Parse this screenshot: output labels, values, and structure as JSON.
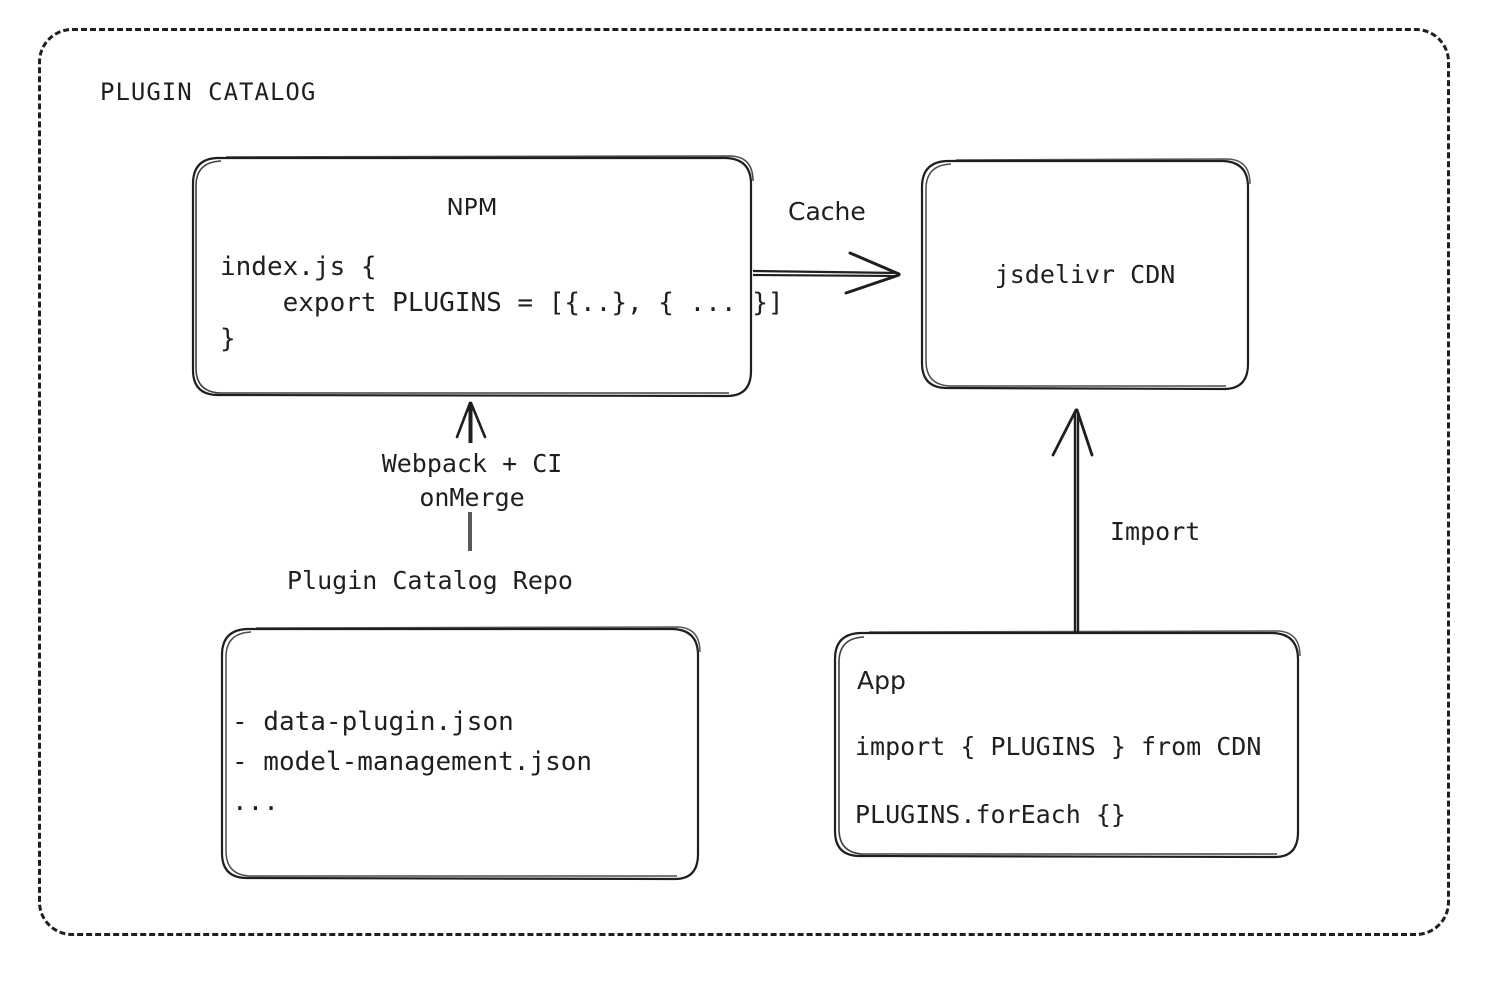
{
  "diagram": {
    "title": "PLUGIN CATALOG",
    "nodes": {
      "npm": {
        "title": "NPM",
        "code": "index.js {\n    export PLUGINS = [{..}, { ... }]\n}"
      },
      "cdn": {
        "title": "jsdelivr CDN"
      },
      "repo": {
        "label": "Plugin Catalog Repo",
        "items": "- data-plugin.json\n- model-management.json\n..."
      },
      "app": {
        "title": "App",
        "code_line_1": "import { PLUGINS } from CDN",
        "code_line_2": "PLUGINS.forEach {}"
      }
    },
    "edges": {
      "cache": "Cache",
      "build": "Webpack + CI\nonMerge",
      "import": "Import"
    },
    "colors": {
      "stroke": "#1f1f1f",
      "background": "#ffffff",
      "shaft_gray": "#5a5a5a"
    }
  }
}
